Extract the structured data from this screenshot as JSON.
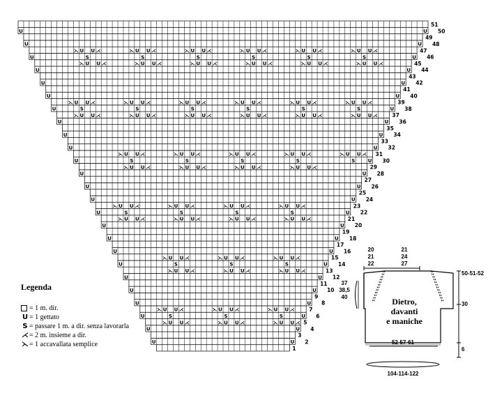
{
  "chart": {
    "symbols": {
      "plain": "",
      "yarnover": "U",
      "slip": "S",
      "k2tog": "⋌",
      "ssk": "⋋"
    },
    "row_numbers_all": [
      "1",
      "2",
      "3",
      "4",
      "5",
      "6",
      "7",
      "8",
      "9",
      "10",
      "11",
      "12",
      "13",
      "14",
      "15",
      "16",
      "17",
      "18",
      "19",
      "20",
      "21",
      "22",
      "23",
      "24",
      "25",
      "26",
      "27",
      "28",
      "29",
      "30",
      "31",
      "32",
      "33",
      "34",
      "35",
      "36",
      "37",
      "38",
      "39",
      "40",
      "41",
      "42",
      "43",
      "44",
      "45",
      "46",
      "47",
      "48",
      "49",
      "50",
      "51"
    ]
  },
  "legend": {
    "title": "Legenda",
    "items": [
      {
        "symbol_type": "box",
        "symbol": "",
        "text": "= 1 m. dir."
      },
      {
        "symbol_type": "text",
        "symbol": "U",
        "text": "= 1 gettato"
      },
      {
        "symbol_type": "text",
        "symbol": "S",
        "text": "= passare 1 m. a dir. senza lavorarla"
      },
      {
        "symbol_type": "text",
        "symbol": "⋌",
        "text": "= 2 m. insieme a dir."
      },
      {
        "symbol_type": "text",
        "symbol": "⋋",
        "text": "= 1 accavallata semplice"
      }
    ]
  },
  "schematic": {
    "title_line1": "Dietro,",
    "title_line2": "davanti",
    "title_line3": "e maniche",
    "top_left_nums": [
      "20",
      "21",
      "22"
    ],
    "top_right_nums": [
      "21",
      "24",
      "27"
    ],
    "left_nums": [
      "37",
      "38,5",
      "40"
    ],
    "right_top": "50-51-52",
    "right_mid": "30",
    "right_bot": "6",
    "width_label": "52-57-61",
    "bottom_label": "104-114-122"
  }
}
